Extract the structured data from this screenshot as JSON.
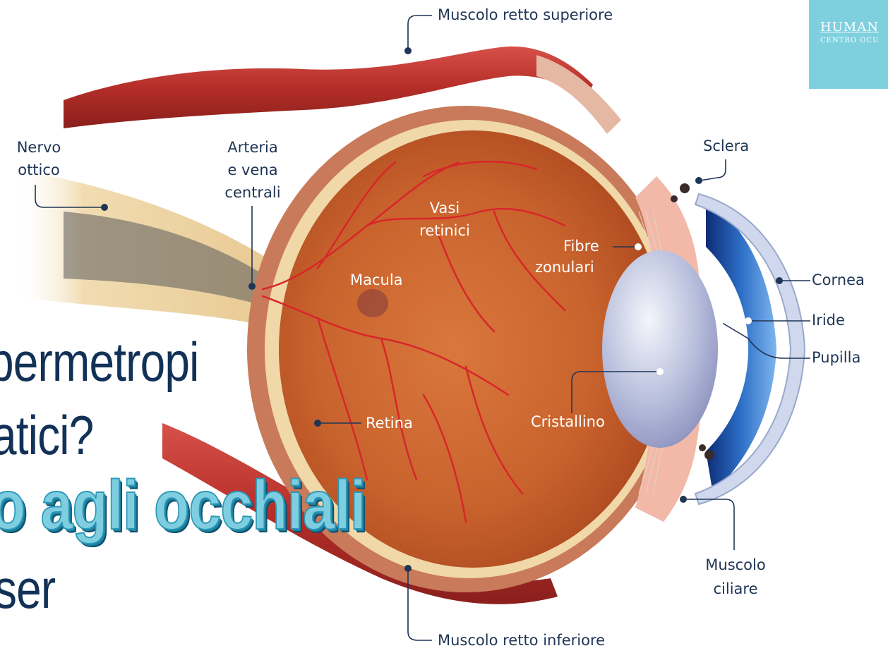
{
  "headline": {
    "line1": "permetropi",
    "line2": "atici?",
    "line3": "o agli occhiali",
    "line4": "ser"
  },
  "brand": {
    "name": "HUMAN",
    "subtitle": "CENTRO OCU"
  },
  "labels": {
    "muscolo_retto_superiore": "Muscolo retto superiore",
    "nervo_ottico_1": "Nervo",
    "nervo_ottico_2": "ottico",
    "arteria_1": "Arteria",
    "arteria_2": "e vena",
    "arteria_3": "centrali",
    "vasi_1": "Vasi",
    "vasi_2": "retinici",
    "macula": "Macula",
    "fibre_1": "Fibre",
    "fibre_2": "zonulari",
    "sclera": "Sclera",
    "cornea": "Cornea",
    "iride": "Iride",
    "pupilla": "Pupilla",
    "retina": "Retina",
    "cristallino": "Cristallino",
    "muscolo_ciliare_1": "Muscolo",
    "muscolo_ciliare_2": "ciliare",
    "muscolo_retto_inferiore": "Muscolo retto inferiore"
  },
  "colors": {
    "label_text": "#1f3555",
    "headline_dark": "#123157",
    "headline_accent": "#7fcee0",
    "badge": "#7fd0df",
    "muscle": "#b8362b",
    "sclera": "#d9a07e",
    "retina_inner": "#c4622f",
    "vessel": "#d8262a",
    "iris": "#2d6fc7"
  }
}
